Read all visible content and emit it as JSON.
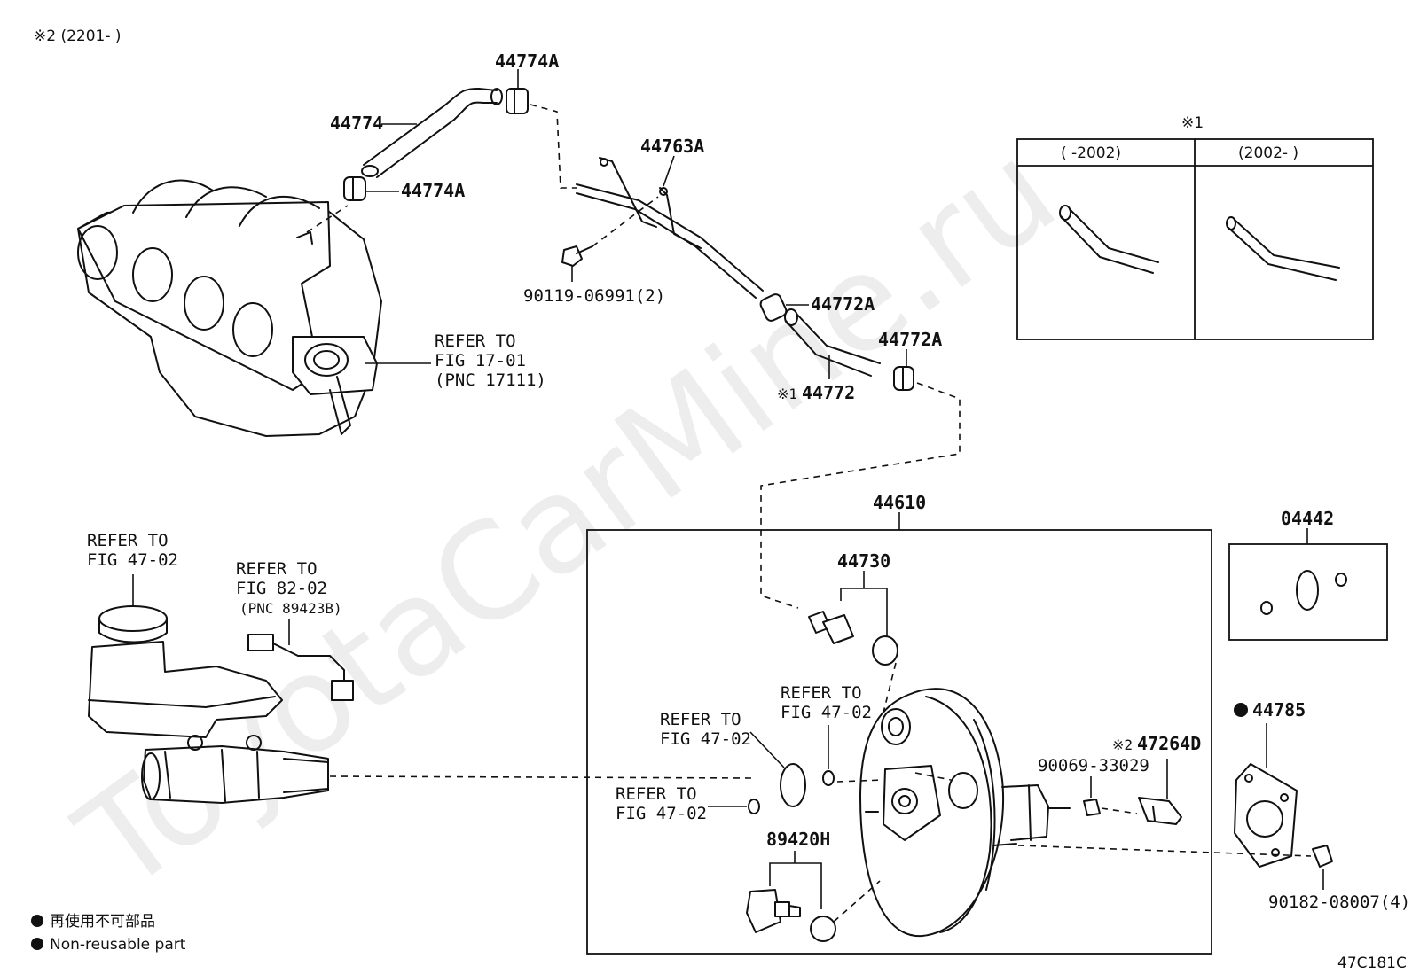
{
  "header": {
    "variant_note": "※2 (2201-        )"
  },
  "watermark": "ToyotaCarMine.ru",
  "inset": {
    "note": "※1",
    "col_left": "(      -2002)",
    "col_right": "(2002-      )"
  },
  "labels": {
    "p44774A_top": "44774A",
    "p44774": "44774",
    "p44774A_low": "44774A",
    "p44763A": "44763A",
    "p90119": "90119-06991(2)",
    "p44772A_1": "44772A",
    "p44772A_2": "44772A",
    "p44772_mark": "※1",
    "p44772": "44772",
    "p44610": "44610",
    "p44730": "44730",
    "p04442": "04442",
    "p44785": "44785",
    "p47264D_mark": "※2",
    "p47264D": "47264D",
    "p90069": "90069-33029",
    "p89420H": "89420H",
    "p90182": "90182-08007(4)"
  },
  "refers": {
    "r_manifold": [
      "REFER TO",
      "FIG 17-01",
      "(PNC 17111)"
    ],
    "r_reservoir": [
      "REFER TO",
      "FIG 47-02"
    ],
    "r_sensor": [
      "REFER TO",
      "FIG 82-02",
      "(PNC 89423B)"
    ],
    "r_center_a": [
      "REFER TO",
      "FIG 47-02"
    ],
    "r_center_b": [
      "REFER TO",
      "FIG 47-02"
    ],
    "r_center_c": [
      "REFER TO",
      "FIG 47-02"
    ]
  },
  "legend": {
    "jp": "再使用不可部品",
    "en": "Non-reusable part"
  },
  "figure_code": "47C181C"
}
